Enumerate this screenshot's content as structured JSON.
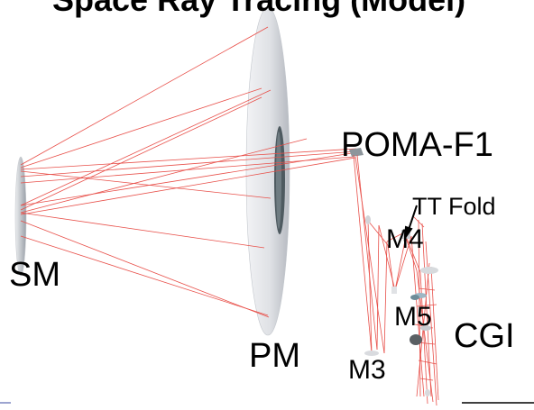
{
  "title": "Space Ray Tracing (Model)",
  "labels": {
    "sm": "SM",
    "pm": "PM",
    "poma": "POMA-F1",
    "tt_fold": "TT Fold",
    "m4": "M4",
    "m5": "M5",
    "m3": "M3",
    "cgi": "CGI"
  },
  "colors": {
    "ray": "#e8504a",
    "mirror_light": "#e4e6ea",
    "mirror_mid": "#b9bdc4",
    "mirror_dark": "#5e6a70",
    "text": "#000000",
    "footer_line": "#7b86c0"
  }
}
